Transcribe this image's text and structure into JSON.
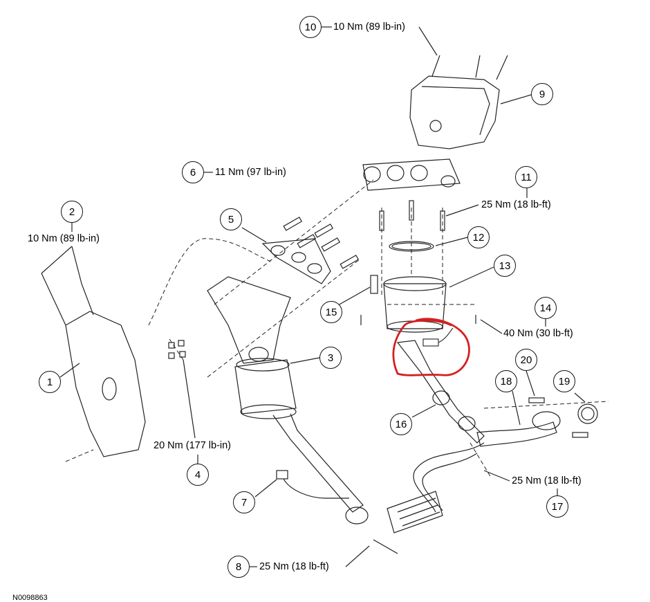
{
  "figure_id": "N0098863",
  "callouts": {
    "c1": "1",
    "c2": "2",
    "c3": "3",
    "c4": "4",
    "c5": "5",
    "c6": "6",
    "c7": "7",
    "c8": "8",
    "c9": "9",
    "c10": "10",
    "c11": "11",
    "c12": "12",
    "c13": "13",
    "c14": "14",
    "c15": "15",
    "c16": "16",
    "c17": "17",
    "c18": "18",
    "c19": "19",
    "c20": "20"
  },
  "torque_specs": {
    "t2": "10 Nm (89 lb-in)",
    "t4": "20 Nm (177 lb-in)",
    "t6": "11 Nm (97 lb-in)",
    "t8": "25 Nm (18 lb-ft)",
    "t10": "10 Nm (89 lb-in)",
    "t11": "25 Nm (18 lb-ft)",
    "t14": "40 Nm (30 lb-ft)",
    "t17": "25 Nm (18 lb-ft)"
  },
  "colors": {
    "line": "#222222",
    "highlight": "#d42020"
  }
}
